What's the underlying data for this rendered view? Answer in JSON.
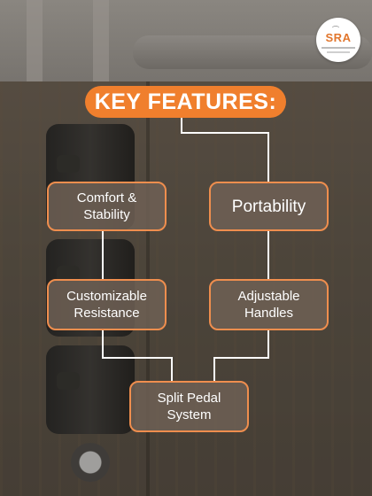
{
  "logo": {
    "text": "SRA"
  },
  "title": "KEY FEATURES:",
  "features": {
    "comfort": "Comfort &\nStability",
    "portability": "Portability",
    "resistance": "Customizable\nResistance",
    "handles": "Adjustable\nHandles",
    "pedal": "Split Pedal\nSystem"
  },
  "colors": {
    "accent": "#f07f2d",
    "box_border": "#ef8e4e",
    "connector": "#ffffff"
  }
}
